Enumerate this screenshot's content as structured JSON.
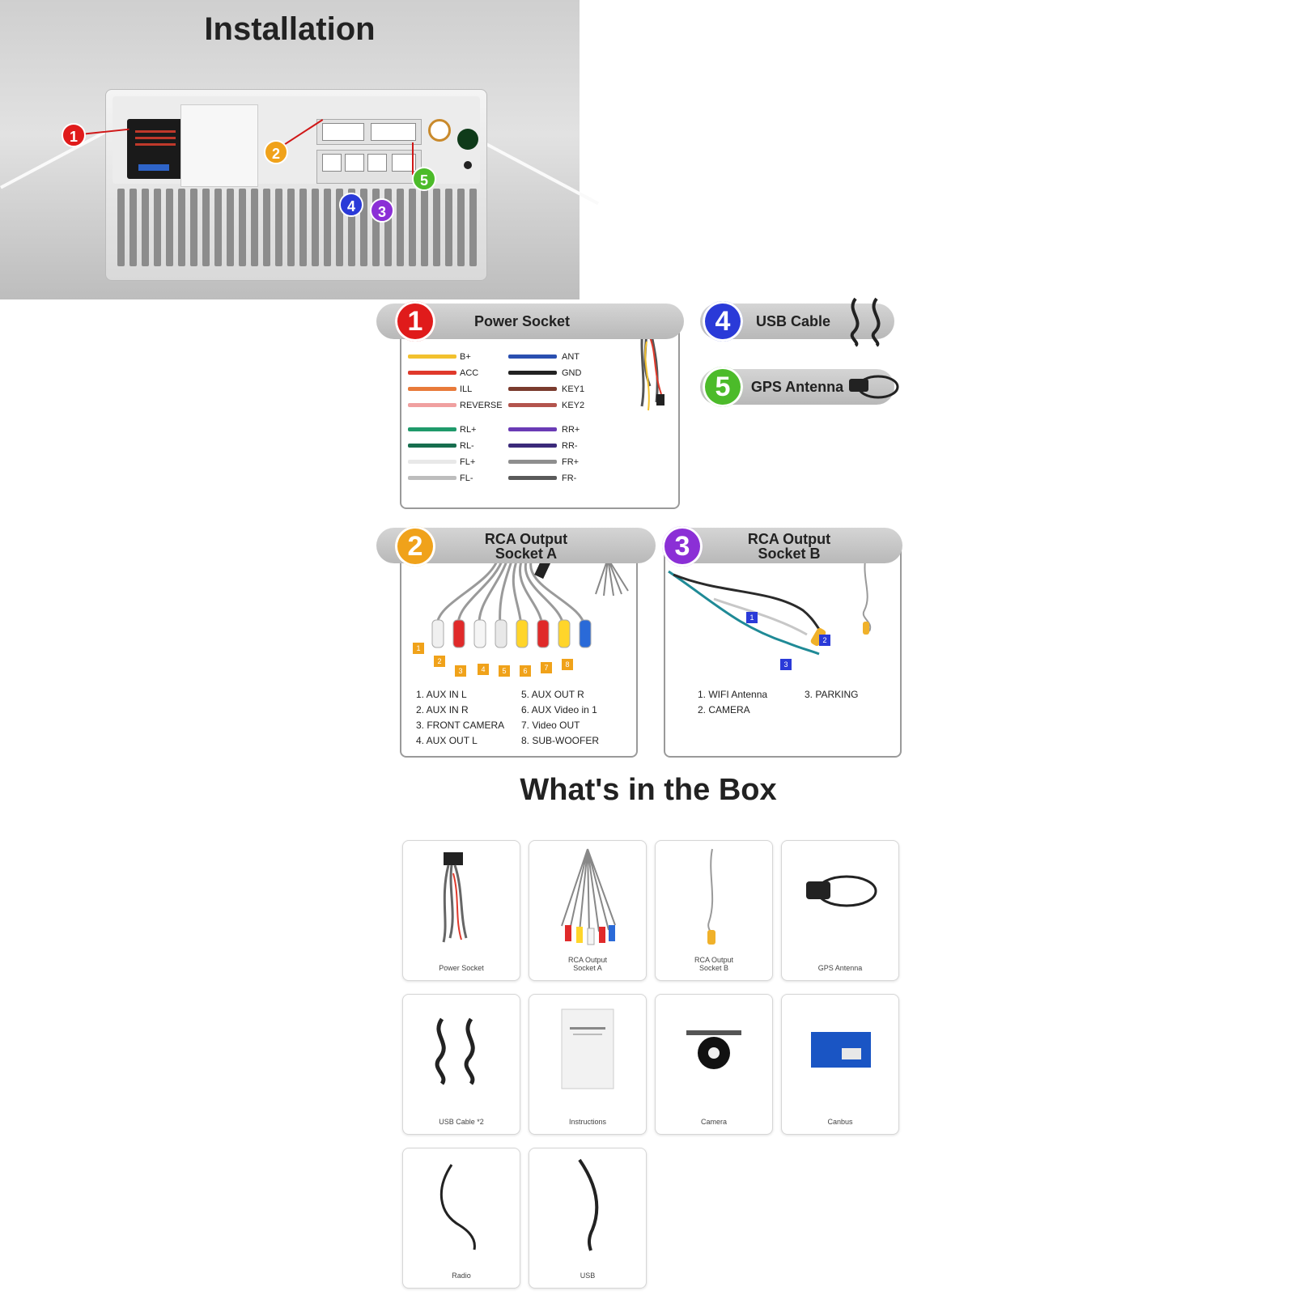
{
  "installation": {
    "title": "Installation",
    "markers": [
      "1",
      "2",
      "3",
      "4",
      "5"
    ]
  },
  "sections": {
    "power": {
      "number": "1",
      "title": "Power Socket",
      "wires_left": [
        "B+",
        "ACC",
        "ILL",
        "REVERSE",
        "RL+",
        "RL-",
        "FL+",
        "FL-"
      ],
      "wires_right": [
        "ANT",
        "GND",
        "KEY1",
        "KEY2",
        "RR+",
        "RR-",
        "FR+",
        "FR-"
      ]
    },
    "usb": {
      "number": "4",
      "title": "USB Cable"
    },
    "gps": {
      "number": "5",
      "title": "GPS Antenna"
    },
    "rca_a": {
      "number": "2",
      "title_line1": "RCA Output",
      "title_line2": "Socket A",
      "tags": [
        "1",
        "2",
        "3",
        "4",
        "5",
        "6",
        "7",
        "8"
      ],
      "legend_left": [
        "1. AUX IN L",
        "2. AUX IN R",
        "3. FRONT CAMERA",
        "4. AUX OUT L"
      ],
      "legend_right": [
        "5. AUX OUT R",
        "6. AUX Video in 1",
        "7. Video OUT",
        "8. SUB-WOOFER"
      ]
    },
    "rca_b": {
      "number": "3",
      "title_line1": "RCA Output",
      "title_line2": "Socket B",
      "tags": [
        "1",
        "2",
        "3"
      ],
      "legend_left": [
        "1. WIFI Antenna",
        "2. CAMERA"
      ],
      "legend_right": [
        "3. PARKING"
      ]
    }
  },
  "box": {
    "title": "What's in the Box",
    "items": [
      {
        "caption": "Power Socket",
        "caption2": ""
      },
      {
        "caption": "RCA Output",
        "caption2": "Socket A"
      },
      {
        "caption": "RCA Output",
        "caption2": "Socket B"
      },
      {
        "caption": "GPS Antenna",
        "caption2": ""
      },
      {
        "caption": "USB Cable *2",
        "caption2": ""
      },
      {
        "caption": "Instructions",
        "caption2": ""
      },
      {
        "caption": "Camera",
        "caption2": ""
      },
      {
        "caption": "Canbus",
        "caption2": ""
      },
      {
        "caption": "Radio",
        "caption2": ""
      },
      {
        "caption": "USB",
        "caption2": ""
      }
    ]
  },
  "colors": {
    "marker1": "#e01b1b",
    "marker2": "#f0a21a",
    "marker3": "#8b2fd6",
    "marker4": "#2a3ad8",
    "marker5": "#4cbb2a",
    "wires_left": [
      "#f2c12e",
      "#e0392b",
      "#e87a3a",
      "#f0a0a0",
      "#1f9a6b",
      "#176e4e",
      "#e8e8e8",
      "#bdbdbd"
    ],
    "wires_right": [
      "#2a4fb0",
      "#222222",
      "#7a3b2e",
      "#b3544d",
      "#6a3bb5",
      "#3b2a7a",
      "#8e8e8e",
      "#5a5a5a"
    ]
  }
}
